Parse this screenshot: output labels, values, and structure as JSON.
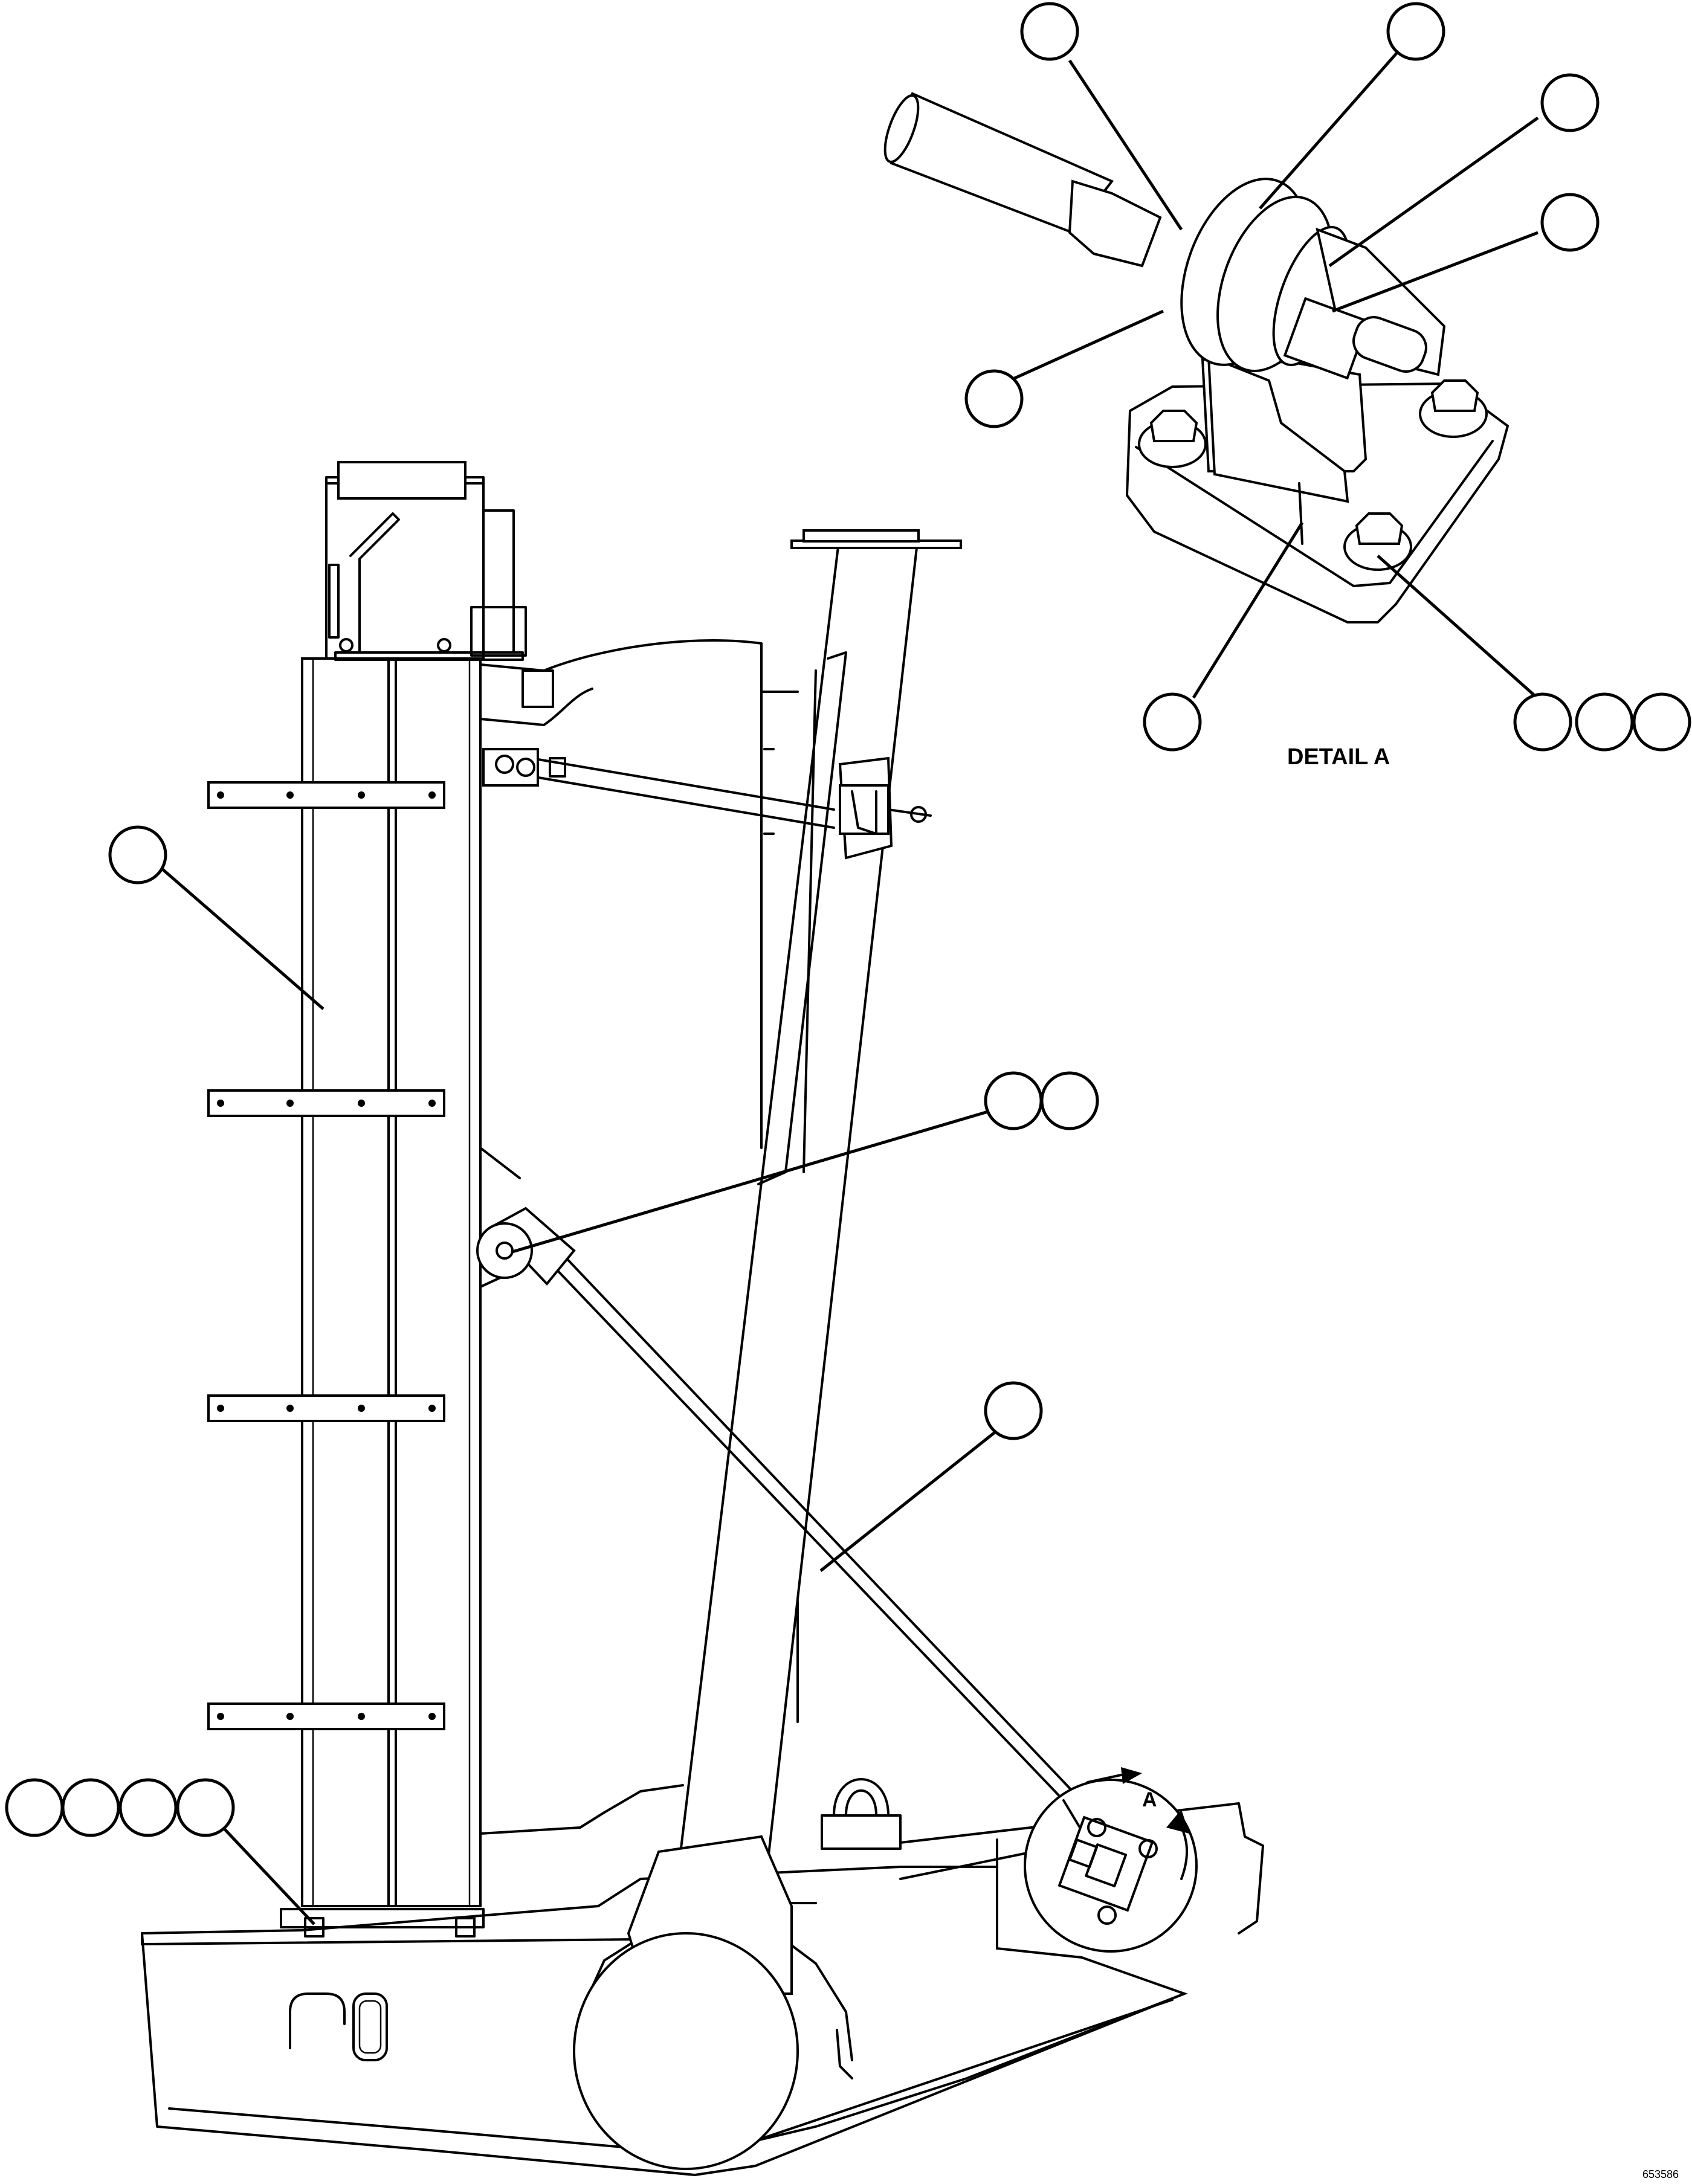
{
  "detail_label": "DETAIL A",
  "view_marker": "A",
  "drawing_number": "653586",
  "balloons": [
    {
      "id": "detail-top-left"
    },
    {
      "id": "detail-top-middle"
    },
    {
      "id": "detail-top-right"
    },
    {
      "id": "detail-right"
    },
    {
      "id": "detail-left"
    },
    {
      "id": "detail-bottom"
    },
    {
      "id": "detail-bolt-1"
    },
    {
      "id": "detail-bolt-2"
    },
    {
      "id": "detail-bolt-3"
    },
    {
      "id": "column"
    },
    {
      "id": "pivot-1"
    },
    {
      "id": "pivot-2"
    },
    {
      "id": "brace-rod"
    },
    {
      "id": "base-1"
    },
    {
      "id": "base-2"
    },
    {
      "id": "base-3"
    },
    {
      "id": "base-4"
    }
  ]
}
